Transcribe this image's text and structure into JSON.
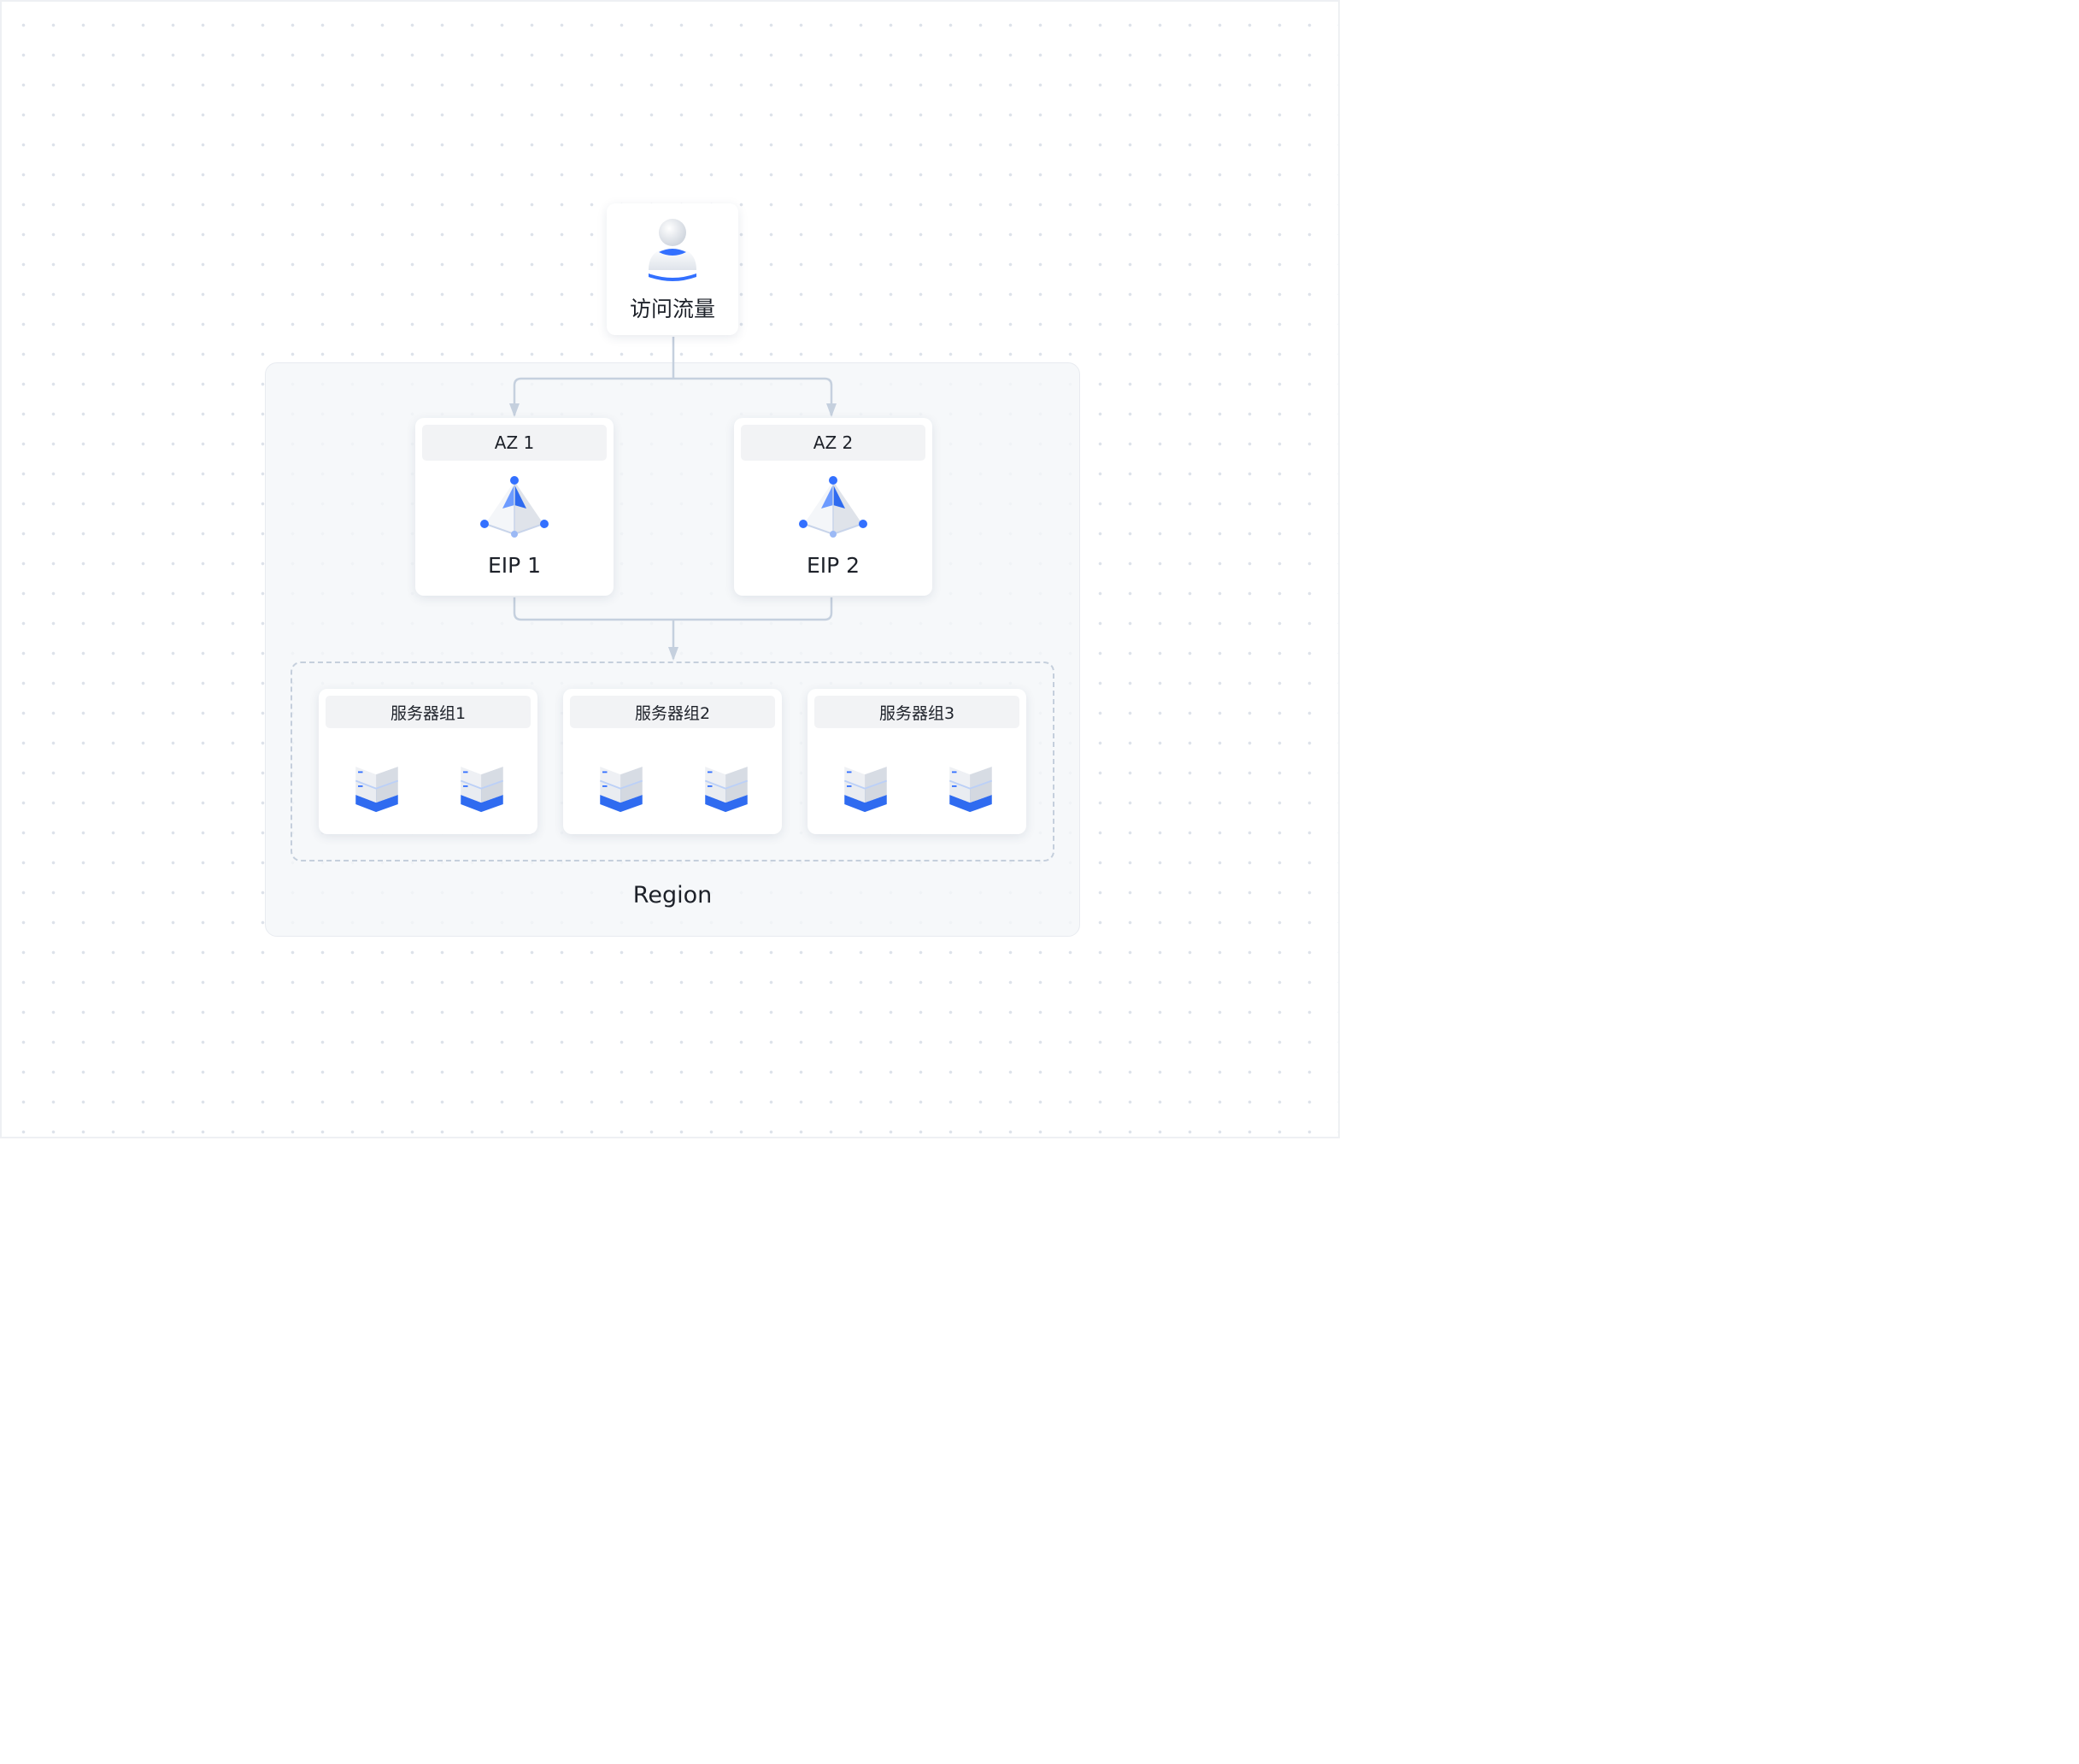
{
  "source": {
    "label": "访问流量",
    "icon": "user-icon"
  },
  "availability_zones": [
    {
      "name": "AZ 1",
      "eip": "EIP 1",
      "icon": "eip-pyramid-icon"
    },
    {
      "name": "AZ 2",
      "eip": "EIP 2",
      "icon": "eip-pyramid-icon"
    }
  ],
  "server_groups": [
    {
      "name": "服务器组1",
      "servers": 2,
      "icon": "server-icon"
    },
    {
      "name": "服务器组2",
      "servers": 2,
      "icon": "server-icon"
    },
    {
      "name": "服务器组3",
      "servers": 2,
      "icon": "server-icon"
    }
  ],
  "region": {
    "label": "Region"
  },
  "colors": {
    "accent_blue": "#3370ff",
    "connector": "#c5d0de",
    "header_bg": "#f2f3f5",
    "region_bg": "#f4f6f9"
  }
}
